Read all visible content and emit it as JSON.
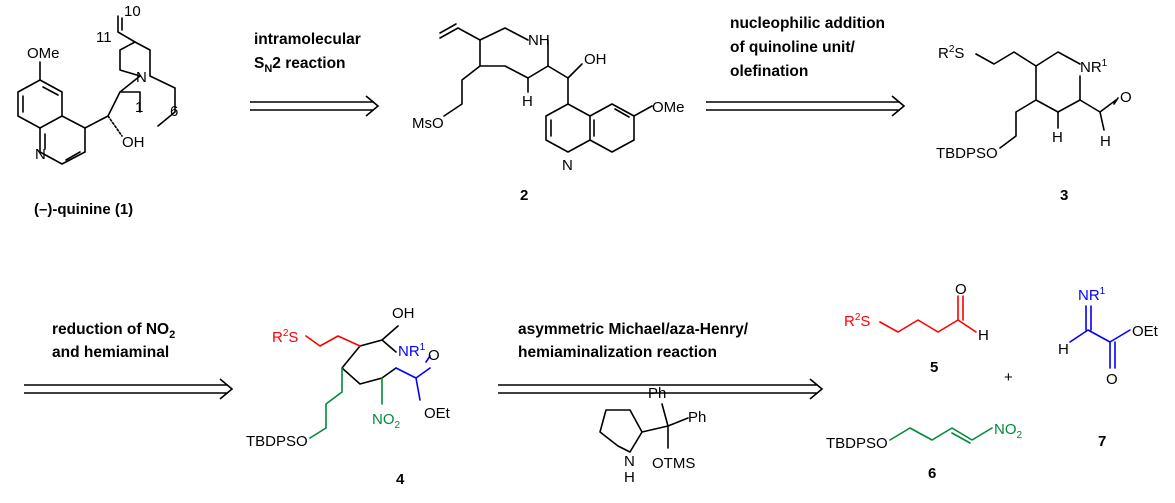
{
  "steps": {
    "s1": {
      "line1": "intramolecular",
      "line2_main": "S",
      "line2_sub": "N",
      "line2_rest": "2 reaction"
    },
    "s2": {
      "line1": "nucleophilic addition",
      "line2": "of quinoline unit/",
      "line3": "olefination"
    },
    "s3": {
      "line1_main": "reduction of NO",
      "line1_sub": "2",
      "line2": "and hemiaminal"
    },
    "s4": {
      "line1": "asymmetric Michael/aza-Henry/",
      "line2": "hemiaminalization reaction"
    }
  },
  "compounds": {
    "c1": {
      "name": "(–)-quinine (1)",
      "ome": "OMe",
      "n_ring": "N",
      "oh": "OH",
      "n_bridge": "N",
      "num10": "10",
      "num11": "11",
      "num1": "1",
      "num6": "6"
    },
    "c2": {
      "num": "2",
      "nh": "NH",
      "h": "H",
      "oh": "OH",
      "ome": "OMe",
      "n": "N",
      "mso": "MsO"
    },
    "c3": {
      "num": "3",
      "r2s": "R",
      "r2s_sup": "2",
      "r2s_rest": "S",
      "nr1": "NR",
      "nr1_sup": "1",
      "o": "O",
      "h_stereo": "H",
      "h_ald": "H",
      "tbdpso": "TBDPSO"
    },
    "c4": {
      "num": "4",
      "oh": "OH",
      "r2s": "R",
      "r2s_sup": "2",
      "r2s_rest": "S",
      "nr1": "NR",
      "nr1_sup": "1",
      "o": "O",
      "oet": "OEt",
      "no2": "NO",
      "no2_sub": "2",
      "tbdpso": "TBDPSO"
    },
    "c5": {
      "num": "5",
      "r2s": "R",
      "r2s_sup": "2",
      "r2s_rest": "S",
      "o": "O",
      "h": "H"
    },
    "c6": {
      "num": "6",
      "tbdpso": "TBDPSO",
      "no2": "NO",
      "no2_sub": "2"
    },
    "c7": {
      "num": "7",
      "nr1": "NR",
      "nr1_sup": "1",
      "h": "H",
      "oet": "OEt",
      "o": "O"
    },
    "catalyst": {
      "ph1": "Ph",
      "ph2": "Ph",
      "otms": "OTMS",
      "nh_n": "N",
      "nh_h": "H"
    },
    "plus": "+"
  },
  "colors": {
    "red": "#ff0000",
    "green": "#008a3c",
    "blue": "#0000ff"
  }
}
